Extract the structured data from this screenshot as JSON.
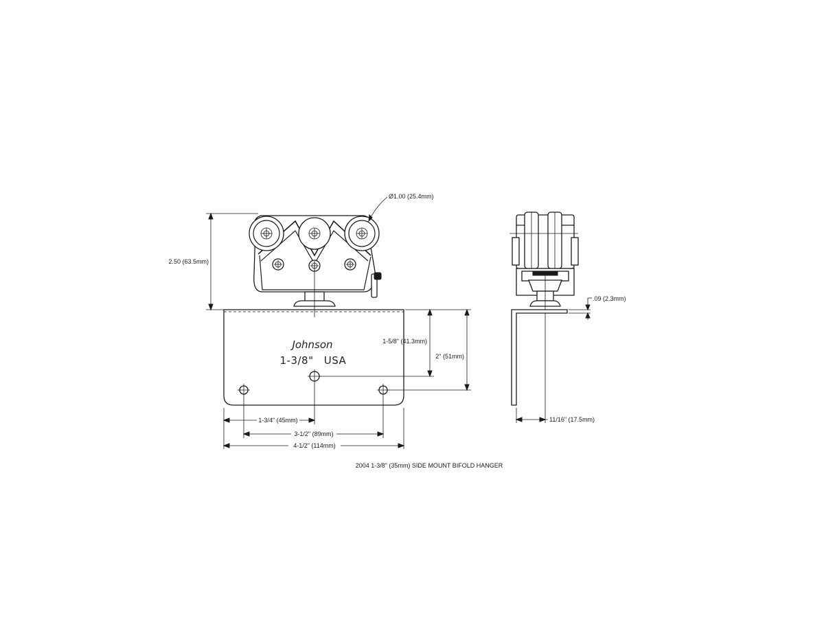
{
  "front_view": {
    "stamp_brand": "Johnson",
    "stamp_size": "1-3/8\"",
    "stamp_origin": "USA",
    "wheel_diameter": "Ø1.00 (25.4mm)",
    "overall_height": "2.50 (63.5mm)",
    "hole_height": "1-5/8\" (41.3mm)",
    "plate_height": "2\" (51mm)",
    "center_offset": "1-3/4\" (45mm)",
    "hole_spacing": "3-1/2\" (89mm)",
    "plate_width": "4-1/2\" (114mm)"
  },
  "side_view": {
    "plate_thickness": ".09 (2.3mm)",
    "offset_depth": "11/16\" (17.5mm)"
  },
  "caption": "2004 1-3/8\" (35mm) SIDE MOUNT BIFOLD HANGER"
}
